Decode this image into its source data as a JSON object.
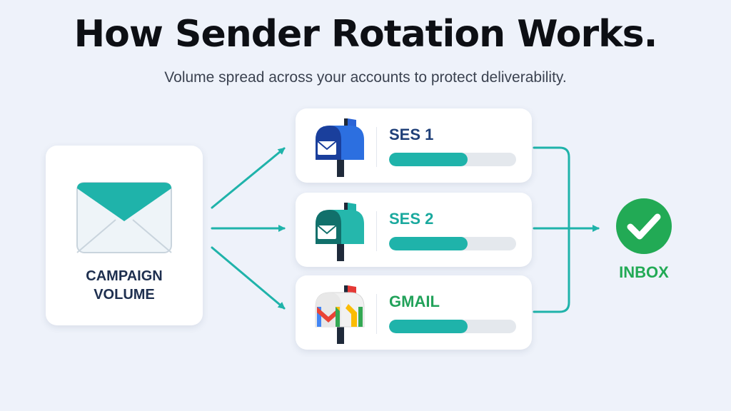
{
  "header": {
    "title": "How Sender Rotation Works.",
    "subtitle": "Volume spread across your accounts to protect deliverability."
  },
  "source": {
    "label_line1": "CAMPAIGN",
    "label_line2": "VOLUME"
  },
  "senders": [
    {
      "name": "SES 1",
      "icon": "mailbox-icon-blue",
      "volume_share": 0.62,
      "name_color": "#1f3f78"
    },
    {
      "name": "SES 2",
      "icon": "mailbox-icon-teal",
      "volume_share": 0.62,
      "name_color": "#1aa99e"
    },
    {
      "name": "GMAIL",
      "icon": "gmail-mailbox-icon",
      "volume_share": 0.62,
      "name_color": "#22a25a"
    }
  ],
  "destination": {
    "label": "INBOX",
    "icon": "check-circle-icon",
    "color": "#22aa55"
  },
  "colors": {
    "accent": "#1fb3aa",
    "background": "#eef2fa",
    "title": "#0d0f14"
  }
}
